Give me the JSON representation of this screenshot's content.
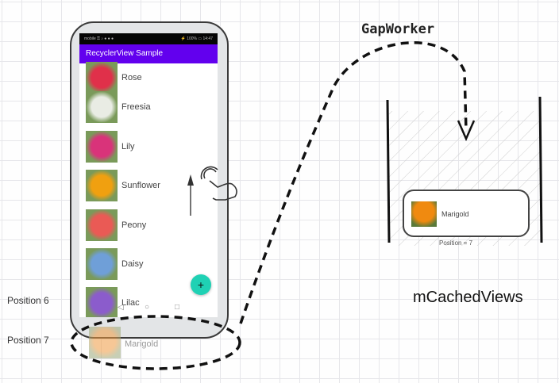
{
  "phone": {
    "status_left": "mobile ⚿ ♪ ● ● ●",
    "status_right": "⚡ 100% ▭ 14:47",
    "app_title": "RecyclerView Sample",
    "items": [
      {
        "name": "Rose",
        "color": "#e0304a"
      },
      {
        "name": "Freesia",
        "color": "#e9ece4"
      },
      {
        "name": "Lily",
        "color": "#d9337a"
      },
      {
        "name": "Sunflower",
        "color": "#f0a010"
      },
      {
        "name": "Peony",
        "color": "#ea5a55"
      },
      {
        "name": "Daisy",
        "color": "#6f9fd8"
      },
      {
        "name": "Lilac",
        "color": "#8b5ccc"
      }
    ],
    "fab_label": "+",
    "nav": {
      "back": "◁",
      "home": "○",
      "recents": "□"
    }
  },
  "offscreen_item": {
    "name": "Marigold",
    "color": "#f09a40"
  },
  "labels": {
    "position6": "Position 6",
    "position7": "Position 7"
  },
  "gapworker": "GapWorker",
  "cache": {
    "title": "mCachedViews",
    "item_name": "Marigold",
    "item_color": "#f08a10",
    "position_label": "Position = 7"
  }
}
